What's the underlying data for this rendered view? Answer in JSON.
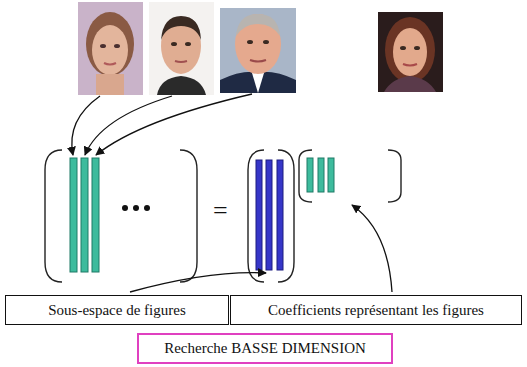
{
  "diagram": {
    "nodes": [
      {
        "text": [
          "Sous-espace de figures"
        ]
      },
      {
        "text": [
          "Coefficients représentant les figures"
        ]
      },
      {
        "text": [
          "Recherche BASSE DIMENSION"
        ]
      }
    ],
    "labels": [
      "="
    ]
  }
}
